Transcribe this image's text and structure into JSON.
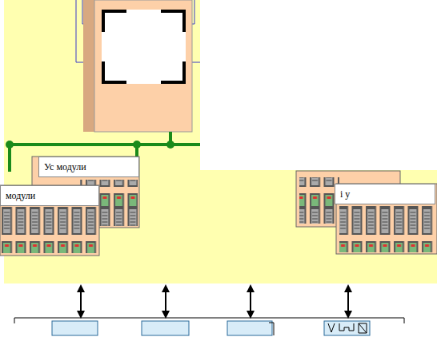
{
  "diagram": {
    "nodes": [
      {
        "text": [
          "Ус модули"
        ]
      },
      {
        "text": [
          "модули"
        ]
      },
      {
        "text": [
          "i у"
        ]
      }
    ]
  }
}
